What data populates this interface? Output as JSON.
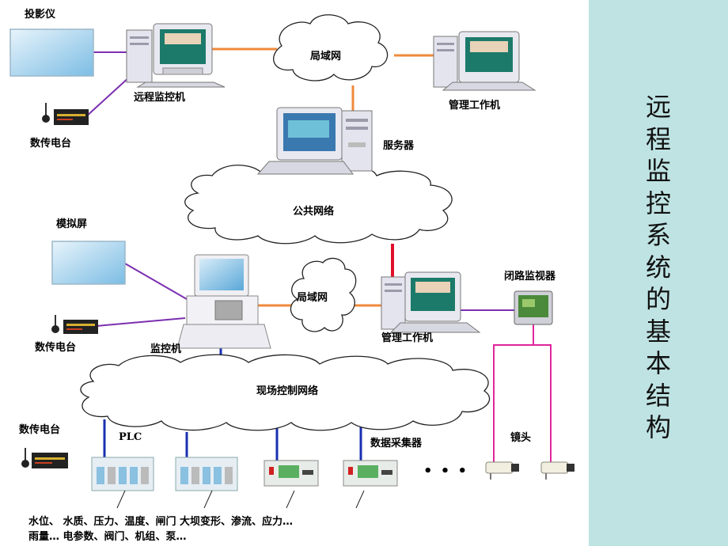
{
  "labels": {
    "projector": "投影仪",
    "remote_monitor": "远程监控机",
    "lan_top": "局域网",
    "mgmt_ws_top": "管理工作机",
    "radio_station_1": "数传电台",
    "server": "服务器",
    "public_network": "公共网络",
    "analog_screen": "模拟屏",
    "lan_mid": "局域网",
    "cctv_monitor": "闭路监视器",
    "radio_station_2": "数传电台",
    "monitor_pc": "监控机",
    "mgmt_ws_mid": "管理工作机",
    "field_network": "现场控制网络",
    "radio_station_3": "数传电台",
    "plc": "PLC",
    "data_collector": "数据采集器",
    "camera_lens": "镜头",
    "bottom_line1": "水位、 水质、压力、温度、闸门 大坝变形、渗流、应力…",
    "bottom_line2": "雨量… 电参数、阀门、机组、泵…",
    "ellipsis": "• • •"
  },
  "side_title": "远程监控系统的基本结构",
  "colors": {
    "sidebar": "#bfe3e3",
    "orange_link": "#f08a3c",
    "purple_link": "#7b2fb0",
    "red_link": "#e0102a",
    "blue_link": "#1a2fb0",
    "pink_link": "#e0259a"
  }
}
